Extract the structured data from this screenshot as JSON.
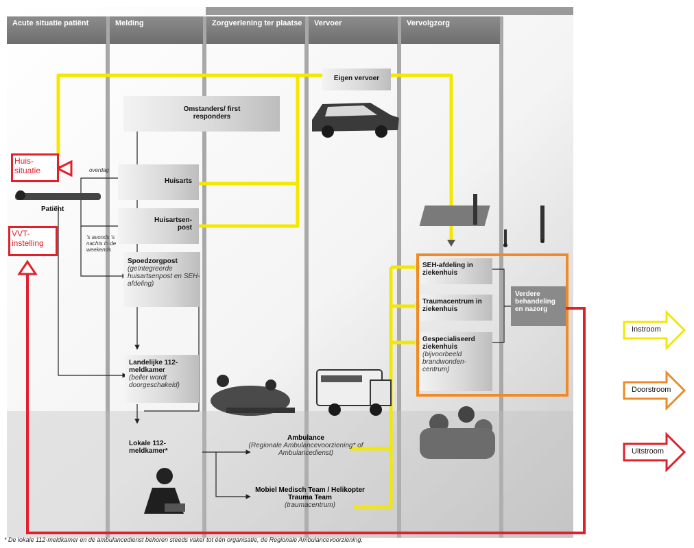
{
  "columns": {
    "acute": "Acute situatie patiënt",
    "melding": "Melding",
    "zorg": "Zorgverlening ter plaatse",
    "vervoer": "Vervoer",
    "vervolg": "Vervolgzorg"
  },
  "boxes": {
    "eigen_vervoer": "Eigen vervoer",
    "omstanders": "Omstanders/ first responders",
    "huisarts": "Huisarts",
    "huisartsenpost": "Huisartsen-post",
    "spoedzorgpost_title": "Spoedzorgpost",
    "spoedzorgpost_sub": "(geïntegreerde huisartsenpost en SEH-afdeling)",
    "landelijke_title": "Landelijke 112-meldkamer",
    "landelijke_sub": "(beller wordt doorgeschakeld)",
    "lokale_title": "Lokale 112-meldkamer*",
    "ambulance_title": "Ambulance",
    "ambulance_sub": "(Regionale Ambulancevoorziening* of Ambulancedienst)",
    "mmt_title": "Mobiel Medisch Team / Helikopter Trauma Team",
    "mmt_sub": "(traumacentrum)",
    "seh": "SEH-afdeling in ziekenhuis",
    "trauma": "Traumacentrum in ziekenhuis",
    "gespec_title": "Gespecialiseerd ziekenhuis",
    "gespec_sub": "(bijvoorbeeld brandwonden-centrum)",
    "verdere": "Verdere behandeling en nazorg"
  },
  "labels": {
    "patient": "Patiënt",
    "overdag": "overdag",
    "avonds": "'s avonds 's nachts in de weekends"
  },
  "red_labels": {
    "huis": "Huis-situatie",
    "vvt": "VVT-instelling"
  },
  "legend": {
    "instroom": "Instroom",
    "doorstroom": "Doorstroom",
    "uitstroom": "Uitstroom"
  },
  "colors": {
    "instroom": "#f2e800",
    "doorstroom": "#f08a24",
    "uitstroom": "#e0202a",
    "header": "#7a7a7a"
  },
  "footnote": "* De lokale 112-meldkamer en de ambulancedienst behoren steeds vaker tot één organisatie, de Regionale Ambulancevoorziening."
}
